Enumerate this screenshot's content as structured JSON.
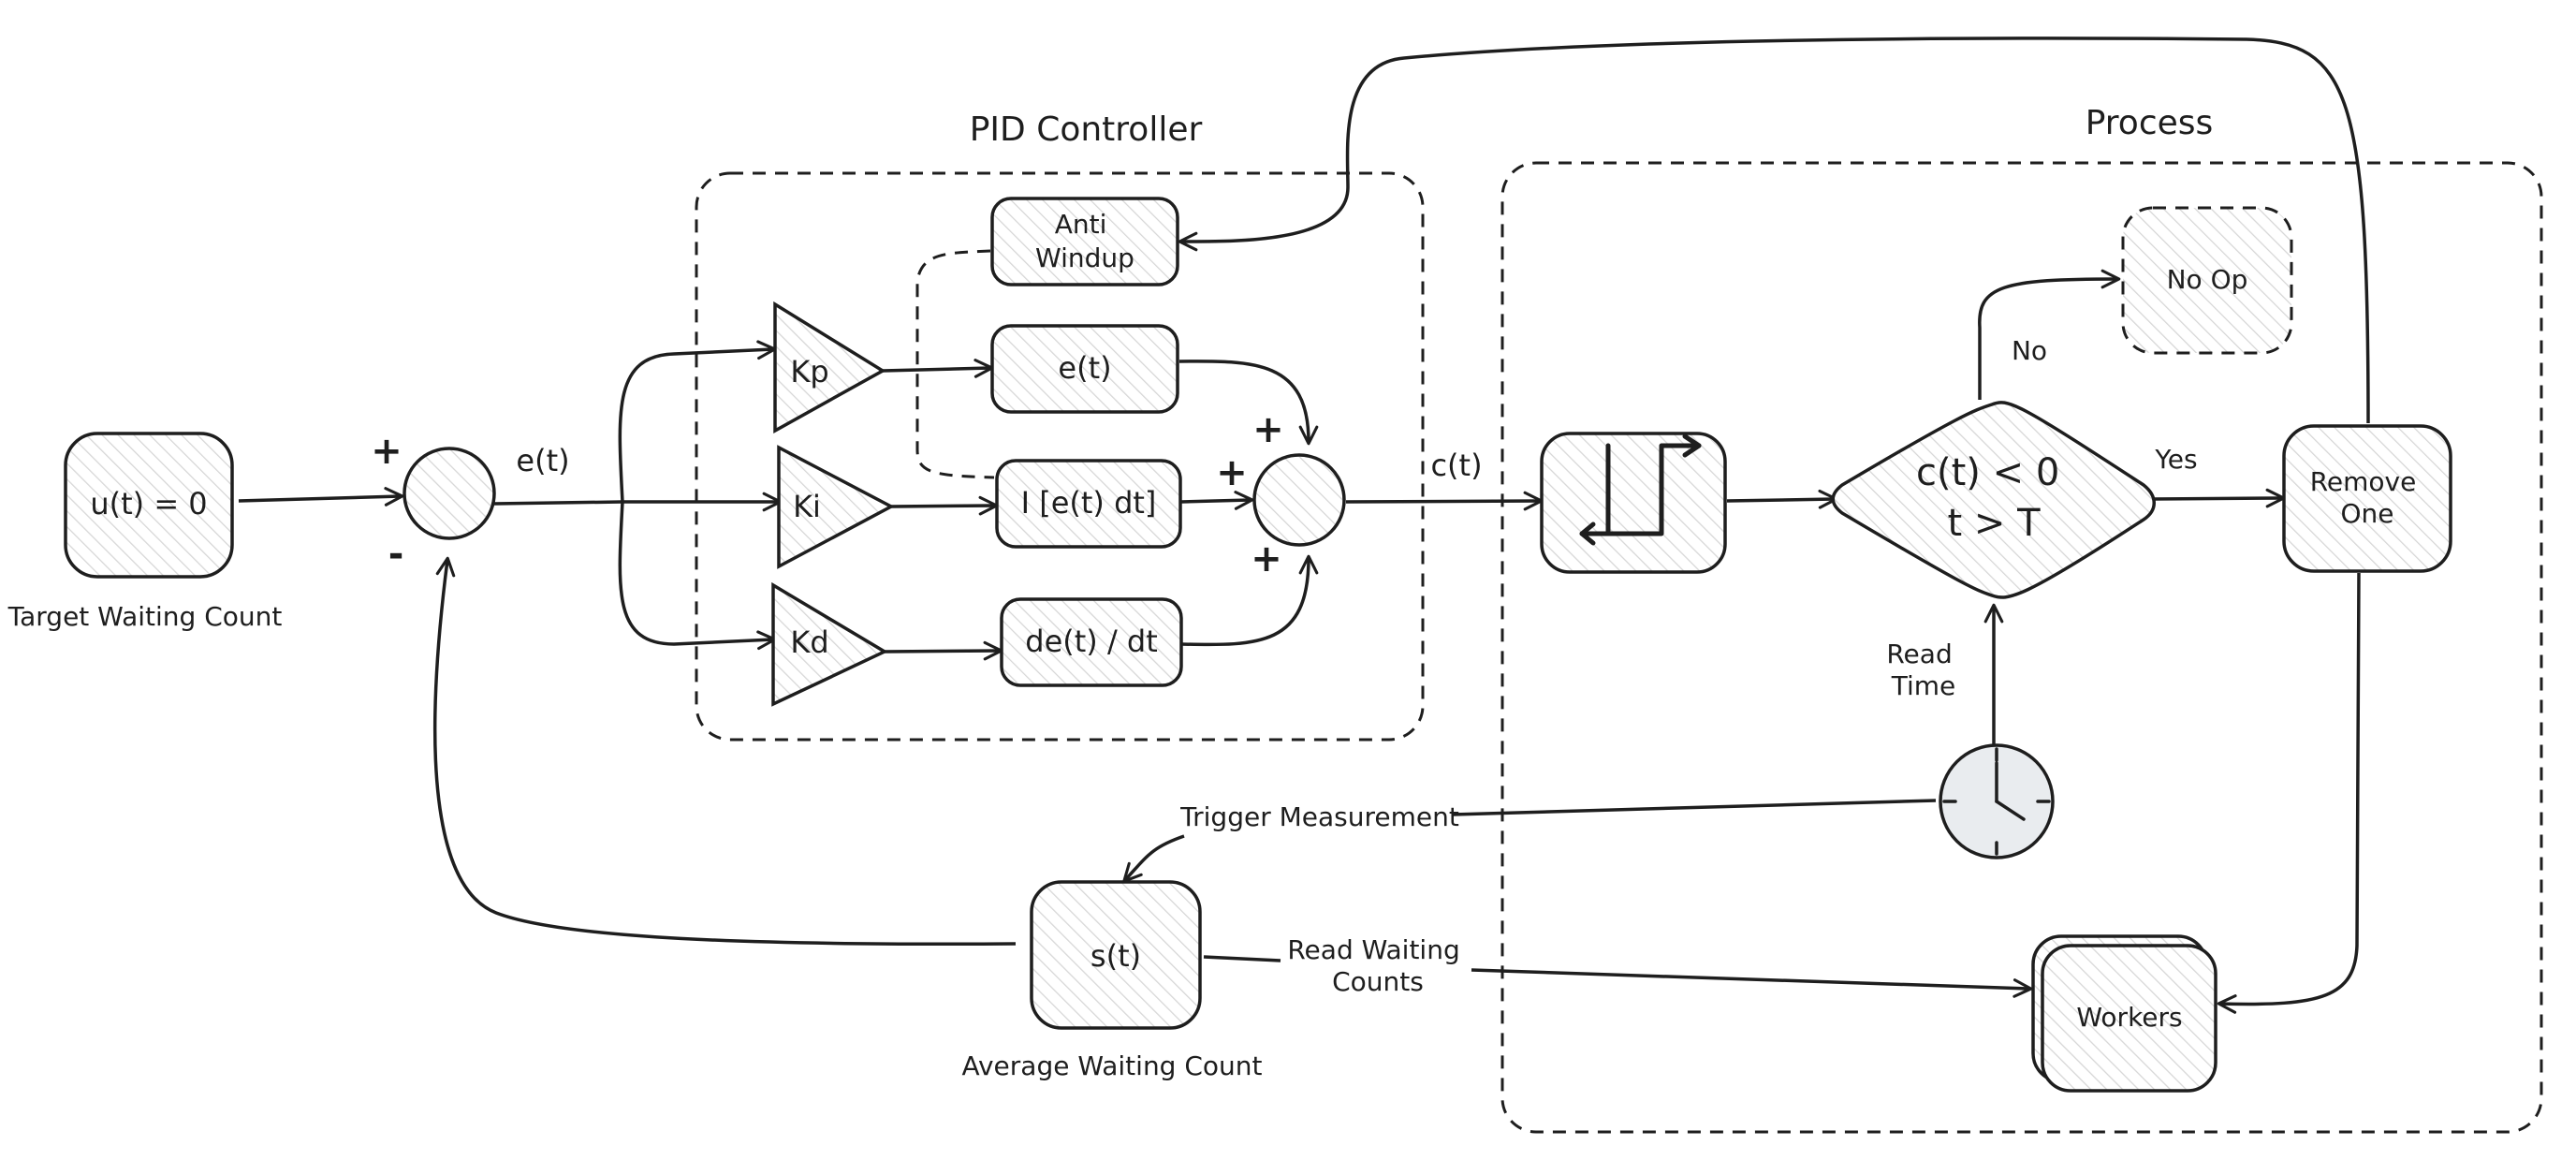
{
  "groups": {
    "pid_controller": "PID Controller",
    "process": "Process"
  },
  "nodes": {
    "setpoint": "u(t) = 0",
    "kp": "Kp",
    "ki": "Ki",
    "kd": "Kd",
    "anti_windup": [
      "Anti",
      "Windup"
    ],
    "proportional": "e(t)",
    "integral": "I [e(t) dt]",
    "derivative": "de(t) / dt",
    "decision": [
      "c(t) < 0",
      "t > T"
    ],
    "no_op": "No Op",
    "remove_one": [
      "Remove",
      "One"
    ],
    "workers": "Workers",
    "sensor": "s(t)"
  },
  "labels": {
    "target_waiting_count": "Target Waiting Count",
    "average_waiting_count": "Average Waiting Count",
    "error_signal": "e(t)",
    "control_signal": "c(t)",
    "plus": "+",
    "minus": "-",
    "no": "No",
    "yes": "Yes",
    "read_time": [
      "Read",
      "Time"
    ],
    "trigger_measurement": "Trigger Measurement",
    "read_waiting_counts": [
      "Read Waiting",
      "Counts"
    ]
  },
  "icons": {
    "pulse": "square-pulse-icon",
    "clock": "clock-icon"
  },
  "colors": {
    "stroke": "#1e1e1e",
    "hatch": "#d6d6d6",
    "clock_fill": "#e9ecef"
  }
}
